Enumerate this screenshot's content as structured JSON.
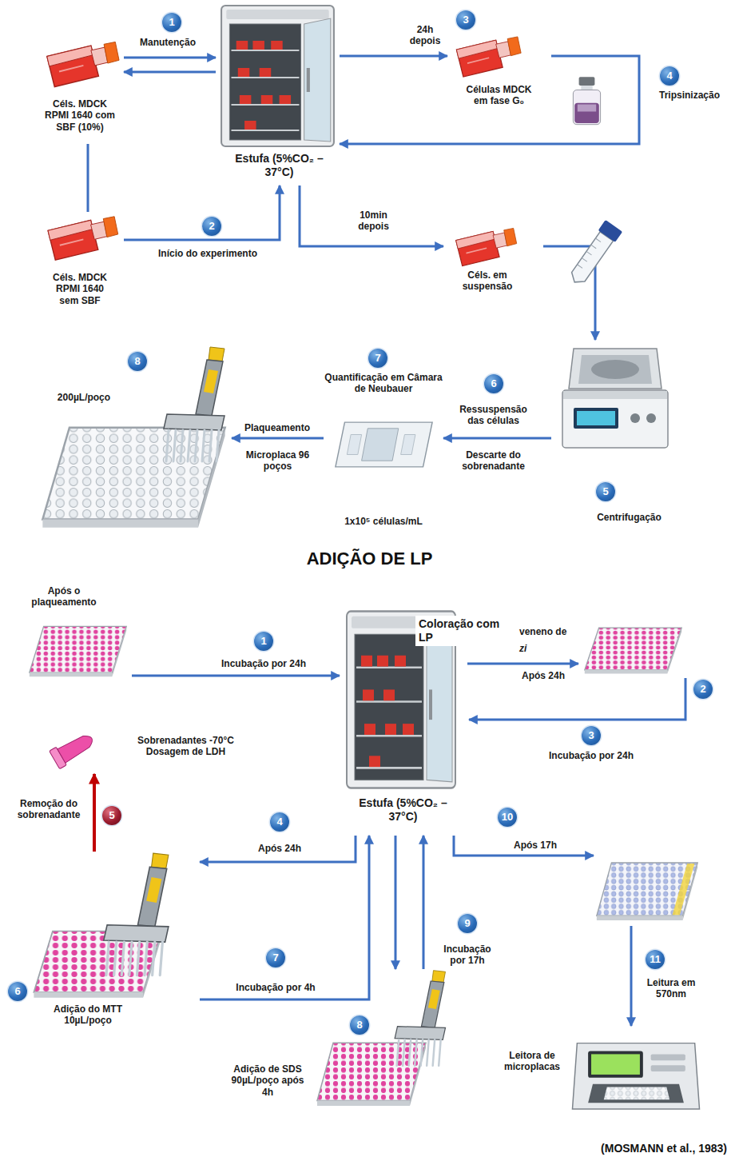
{
  "diagram": {
    "title": "ADIÇÃO DE LP",
    "caption": "(MOSMANN et al., 1983)",
    "nodes": [
      {
        "text": [
          "Céls. MDCK RPMI 1640 com SBF (10%)"
        ]
      },
      {
        "text": [
          "Estufa (5%CO₂ – 37°C)"
        ]
      },
      {
        "text": [
          "Células MDCK em fase G₀"
        ]
      },
      {
        "text": [
          "Céls. MDCK RPMI 1640 sem SBF"
        ]
      },
      {
        "text": [
          "Céls. em suspensão"
        ]
      },
      {
        "text": [
          "Centrifugação"
        ]
      },
      {
        "text": [
          "Quantificação em Câmara de Neubauer",
          "1x10⁵ células/mL"
        ]
      },
      {
        "text": [
          "200µL/poço"
        ]
      },
      {
        "text": [
          "Após o plaqueamento"
        ]
      },
      {
        "text": [
          "Estufa (5%CO₂ – 37°C)"
        ]
      },
      {
        "text": [
          "Sobrenadantes -70°C Dosagem de LDH"
        ]
      },
      {
        "text": [
          "Adição do MTT 10µL/poço"
        ]
      },
      {
        "text": [
          "Adição de SDS 90µL/poço após 4h"
        ]
      },
      {
        "text": [
          "Leitora de microplacas"
        ]
      }
    ],
    "edges": [
      {
        "from": 0,
        "to": 1,
        "label": "Manutenção",
        "arrow": "to"
      },
      {
        "from": 1,
        "to": 0,
        "arrow": "to"
      },
      {
        "from": 1,
        "to": 2,
        "label": "24h depois",
        "arrow": "to"
      },
      {
        "from": 2,
        "to": 1,
        "label": "Tripsinização",
        "arrow": "to"
      },
      {
        "from": 0,
        "to": 3,
        "arrow": "none"
      },
      {
        "from": 3,
        "to": 1,
        "label": "Início do experimento",
        "arrow": "to"
      },
      {
        "from": 1,
        "to": 4,
        "label": "10min depois",
        "arrow": "to"
      },
      {
        "from": 4,
        "to": 5,
        "arrow": "to"
      },
      {
        "from": 5,
        "to": 6,
        "label": "Ressuspensão das células",
        "arrow": "to"
      },
      {
        "from": 6,
        "to": 7,
        "label": "Plaqueamento",
        "arrow": "to"
      },
      {
        "from": 8,
        "to": 9,
        "label": "Incubação por 24h",
        "arrow": "to"
      },
      {
        "from": 9,
        "to": 11,
        "label": "Após 24h",
        "arrow": "to"
      },
      {
        "from": 11,
        "to": 10,
        "label": "Remoção do sobrenadante",
        "arrow": "to"
      },
      {
        "from": 11,
        "to": 9,
        "label": "Incubação por 4h",
        "arrow": "to"
      },
      {
        "from": 9,
        "to": 12,
        "arrow": "to"
      },
      {
        "from": 12,
        "to": 9,
        "label": "Incubação por 17h",
        "arrow": "to"
      }
    ],
    "labels": [
      "1",
      "3",
      "4",
      "2",
      "8",
      "7",
      "6",
      "Descarte do sobrenadante",
      "Microplaca 96 poços",
      "5",
      "Coloração com LP",
      "veneno de",
      "zi",
      "1",
      "Após 24h",
      "2",
      "3",
      "Incubação por 24h",
      "4",
      "5",
      "10",
      "Após 17h",
      "7",
      "9",
      "11",
      "Leitura em 570nm",
      "6",
      "8"
    ]
  }
}
